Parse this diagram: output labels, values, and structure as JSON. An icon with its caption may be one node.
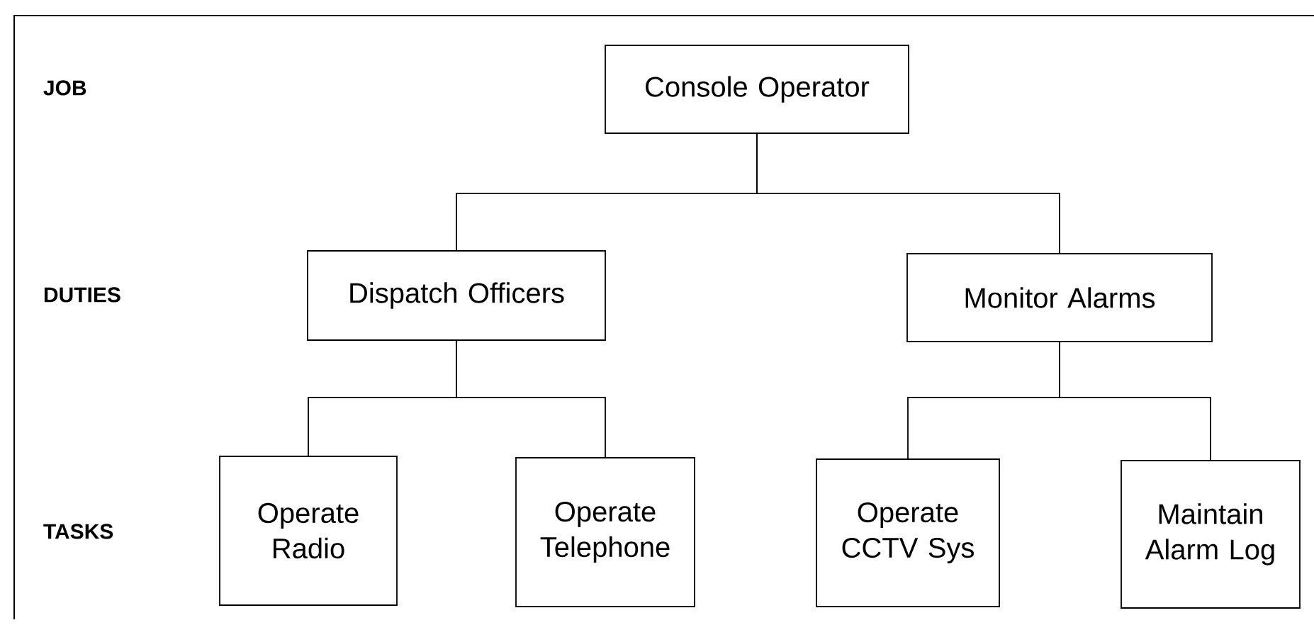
{
  "diagram": {
    "nodes": [
      {
        "text": [
          "Console Operator"
        ]
      },
      {
        "text": [
          "Dispatch Officers"
        ]
      },
      {
        "text": [
          "Monitor Alarms"
        ]
      },
      {
        "text": [
          "Operate Radio"
        ]
      },
      {
        "text": [
          "Operate Telephone"
        ]
      },
      {
        "text": [
          "Operate CCTV Sys"
        ]
      },
      {
        "text": [
          "Maintain Alarm Log"
        ]
      }
    ],
    "edges": [
      {
        "from": 0,
        "to": 1,
        "arrow": "none"
      },
      {
        "from": 0,
        "to": 2,
        "arrow": "none"
      },
      {
        "from": 1,
        "to": 3,
        "arrow": "none"
      },
      {
        "from": 1,
        "to": 4,
        "arrow": "none"
      },
      {
        "from": 2,
        "to": 5,
        "arrow": "none"
      },
      {
        "from": 2,
        "to": 6,
        "arrow": "none"
      }
    ],
    "labels": [
      "JOB",
      "DUTIES",
      "TASKS"
    ]
  }
}
